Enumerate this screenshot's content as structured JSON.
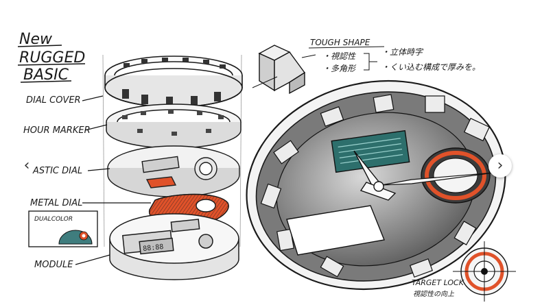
{
  "title": {
    "line1": "New",
    "line2": "RUGGED",
    "line3": "BASIC"
  },
  "labels": {
    "dial_cover": "DIAL COVER",
    "hour_marker": "HOUR MARKER",
    "plastic_dial": "ASTIC DIAL",
    "metal_dial": "METAL DIAL",
    "dual_color": "DUALCOLOR",
    "module": "MODULE"
  },
  "notes": {
    "tough_shape": "TOUGH SHAPE",
    "bullet1": "・視認性",
    "bullet2": "・多角形",
    "result1": "・立体時字",
    "result2": "・くい込む構成で厚みを。",
    "target_lock": "TARGET LOCK",
    "target_sub": "視認性の向上"
  },
  "module_display": "88:88",
  "icons": {
    "prev": "chevron-left-icon",
    "next": "chevron-right-icon"
  },
  "colors": {
    "accent": "#e0522a",
    "teal": "#3f7d7e",
    "ink": "#1a1a1a"
  }
}
